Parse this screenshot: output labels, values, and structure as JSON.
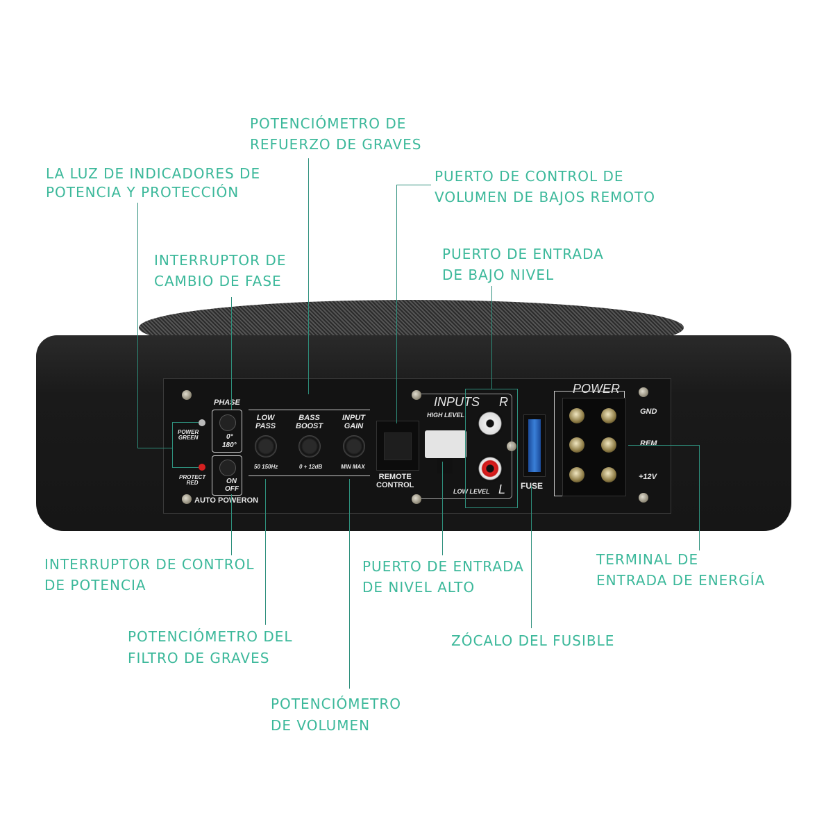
{
  "callouts": {
    "bass_boost_pot": [
      "POTENCIÓMETRO DE",
      "REFUERZO DE GRAVES"
    ],
    "indicator_lights": [
      "LA LUZ DE INDICADORES DE",
      "POTENCIA Y PROTECCIÓN"
    ],
    "remote_port": [
      "PUERTO DE CONTROL DE",
      "VOLUMEN DE BAJOS REMOTO"
    ],
    "phase_switch": [
      "INTERRUPTOR DE",
      "CAMBIO DE FASE"
    ],
    "low_level_input": [
      "PUERTO DE ENTRADA",
      "DE BAJO NIVEL"
    ],
    "power_switch": [
      "INTERRUPTOR DE CONTROL",
      "DE POTENCIA"
    ],
    "low_pass_pot": [
      "POTENCIÓMETRO DEL",
      "FILTRO DE GRAVES"
    ],
    "volume_pot": [
      "POTENCIÓMETRO",
      "DE VOLUMEN"
    ],
    "high_level_input": [
      "PUERTO DE ENTRADA",
      "DE NIVEL ALTO"
    ],
    "fuse_socket": [
      "ZÓCALO DEL FUSIBLE"
    ],
    "power_terminal": [
      "TERMINAL DE",
      "ENTRADA DE ENERGÍA"
    ]
  },
  "panel": {
    "phase": "PHASE",
    "phase_0": "0°",
    "phase_180": "180°",
    "power_green": [
      "POWER",
      "GREEN"
    ],
    "protect_red": [
      "PROTECT",
      "RED"
    ],
    "on": "ON",
    "off": "OFF",
    "auto_poweron": "AUTO POWERON",
    "low_pass": [
      "LOW",
      "PASS"
    ],
    "low_pass_range": "50  150Hz",
    "bass_boost": [
      "BASS",
      "BOOST"
    ],
    "bass_boost_range": "0  + 12dB",
    "input_gain": [
      "INPUT",
      "GAIN"
    ],
    "input_gain_range": "MIN  MAX",
    "remote_control": [
      "REMOTE",
      "CONTROL"
    ],
    "inputs": "INPUTS",
    "r": "R",
    "l": "L",
    "high_level": "HIGH LEVEL",
    "low_level": "LOW LEVEL",
    "fuse": "FUSE",
    "power": "POWER",
    "gnd": "GND",
    "rem": "REM",
    "plus12v": "+12V"
  },
  "colors": {
    "label": "#3bb89a",
    "line": "#2e8f7c",
    "body": "#1c1c1c",
    "panel": "#131313"
  }
}
